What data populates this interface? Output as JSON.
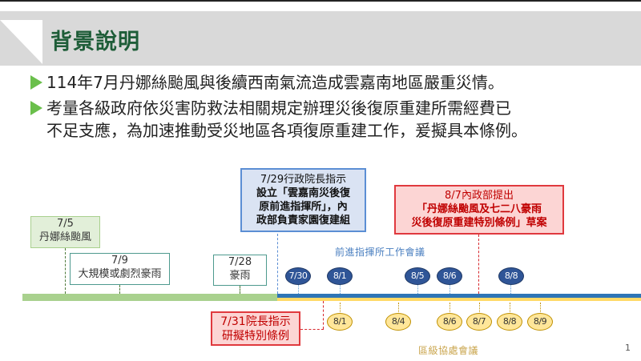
{
  "header": {
    "title": "背景說明"
  },
  "bullets": [
    {
      "lines": [
        "114年7月丹娜絲颱風與後續西南氣流造成雲嘉南地區嚴重災情。"
      ]
    },
    {
      "lines": [
        "考量各級政府依災害防救法相關規定辦理災後復原重建所需經費已",
        "不足支應，為加速推動受災地區各項復原重建工作，爰擬具本條例。"
      ]
    }
  ],
  "timeline": {
    "events": [
      {
        "id": "e1",
        "date": "7/5",
        "text": "丹娜絲颱風"
      },
      {
        "id": "e2",
        "date": "7/9",
        "text": "大規模或劇烈豪雨"
      },
      {
        "id": "e3",
        "date": "7/28",
        "text": "豪雨"
      }
    ],
    "directive_729": {
      "line1": "7/29行政院長指示",
      "line2": "設立「雲嘉南災後復",
      "line3": "原前進指揮所」，內",
      "line4": "政部負責家園復建組"
    },
    "directive_87": {
      "line1": "8/7內政部提出",
      "line2": "「丹娜絲颱風及七二八豪雨",
      "line3": "災後復原重建特別條例」草案"
    },
    "directive_731": {
      "line1": "7/31院長指示",
      "line2": "研擬特別條例"
    },
    "command_post_meetings": {
      "label": "前進指揮所工作會議",
      "dates": [
        "7/30",
        "8/1",
        "8/5",
        "8/6",
        "8/8"
      ]
    },
    "district_meetings": {
      "label": "區級協處會議",
      "dates": [
        "8/1",
        "8/4",
        "8/6",
        "8/7",
        "8/8",
        "8/9"
      ]
    },
    "colors": {
      "green_bar": "#a9d18e",
      "blue_bar": "#2e75b6",
      "yellow_bar": "#ffd966",
      "blue_oval": "#2f5597",
      "yellow_oval": "#ffe699",
      "red_box": "#fcd5d4",
      "blue_box": "#dae3f3",
      "green_box": "#e2efd9"
    }
  },
  "footer": {
    "page_number": "1"
  }
}
